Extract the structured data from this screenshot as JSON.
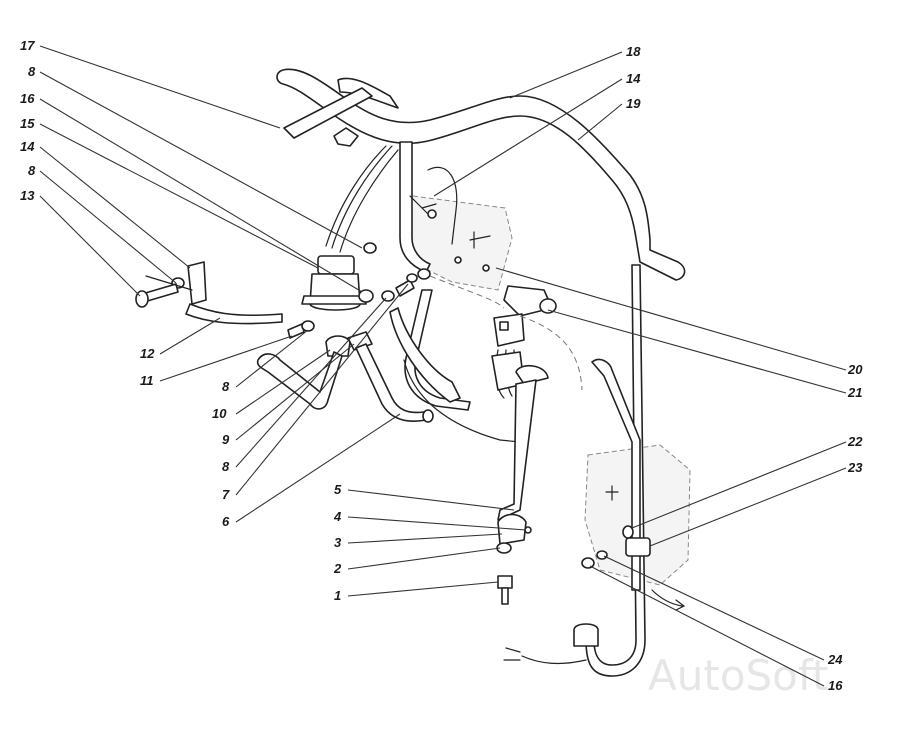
{
  "watermark": "AutoSoft",
  "callouts": [
    {
      "id": "c17-top",
      "text": "17"
    },
    {
      "id": "c8-a",
      "text": "8"
    },
    {
      "id": "c16-a",
      "text": "16"
    },
    {
      "id": "c15",
      "text": "15"
    },
    {
      "id": "c14-a",
      "text": "14"
    },
    {
      "id": "c8-b",
      "text": "8"
    },
    {
      "id": "c13",
      "text": "13"
    },
    {
      "id": "c12",
      "text": "12"
    },
    {
      "id": "c11",
      "text": "11"
    },
    {
      "id": "c8-c",
      "text": "8"
    },
    {
      "id": "c10",
      "text": "10"
    },
    {
      "id": "c9",
      "text": "9"
    },
    {
      "id": "c8-d",
      "text": "8"
    },
    {
      "id": "c7",
      "text": "7"
    },
    {
      "id": "c6",
      "text": "6"
    },
    {
      "id": "c5",
      "text": "5"
    },
    {
      "id": "c4",
      "text": "4"
    },
    {
      "id": "c3",
      "text": "3"
    },
    {
      "id": "c2",
      "text": "2"
    },
    {
      "id": "c1",
      "text": "1"
    },
    {
      "id": "c18",
      "text": "18"
    },
    {
      "id": "c14-b",
      "text": "14"
    },
    {
      "id": "c19",
      "text": "19"
    },
    {
      "id": "c20",
      "text": "20"
    },
    {
      "id": "c21",
      "text": "21"
    },
    {
      "id": "c22",
      "text": "22"
    },
    {
      "id": "c23",
      "text": "23"
    },
    {
      "id": "c24",
      "text": "24"
    },
    {
      "id": "c16-b",
      "text": "16"
    }
  ]
}
